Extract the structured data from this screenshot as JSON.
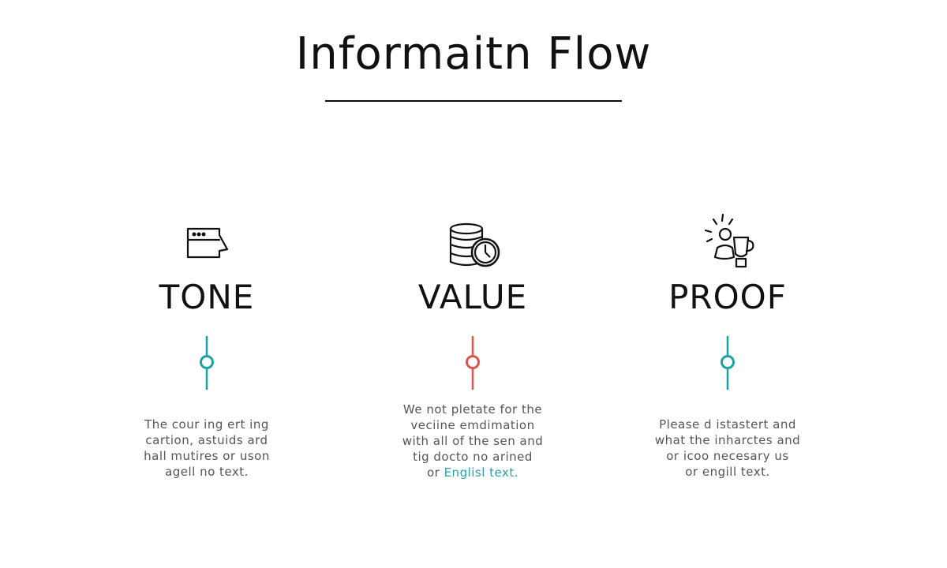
{
  "title": "Informaitn Flow",
  "colors": {
    "teal": "#1aa3a3",
    "red": "#d9534f",
    "text": "#555555",
    "highlight": "#2a9fa8"
  },
  "columns": [
    {
      "heading": "TONE",
      "icon": "browser-window-icon",
      "connector_color": "teal",
      "lines": [
        "The cour ing ert ing",
        "cartion, astuids ard",
        "hall mutires or uson",
        "agell no text."
      ]
    },
    {
      "heading": "VALUE",
      "icon": "database-clock-icon",
      "connector_color": "red",
      "lines": [
        "We not pletate for the",
        "veciine emdimation",
        "with all of the sen and",
        "tig docto no arined"
      ],
      "last_line_prefix": "or ",
      "last_line_highlight": "Englisl text."
    },
    {
      "heading": "PROOF",
      "icon": "person-trophy-icon",
      "connector_color": "teal",
      "lines": [
        "Please d istastert and",
        "what the inharctes and",
        "or icoo necesary us",
        "or engill text."
      ]
    }
  ]
}
